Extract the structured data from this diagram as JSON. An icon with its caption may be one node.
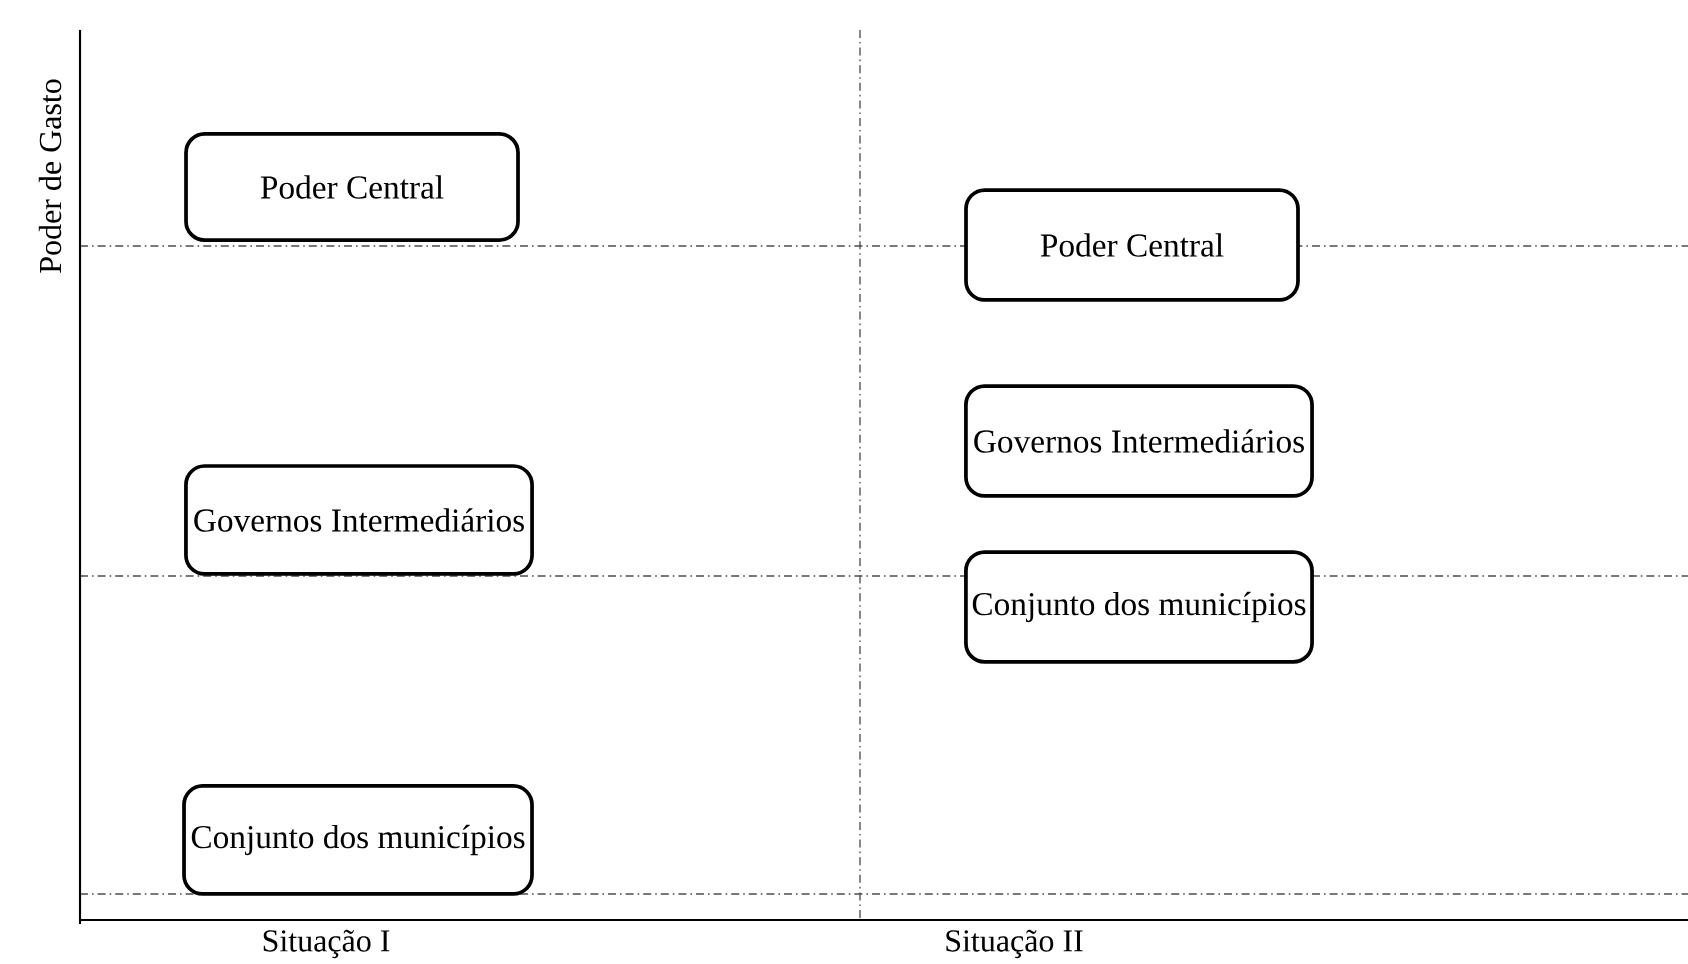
{
  "diagram": {
    "nodes": [
      {
        "text": [
          "Poder Central"
        ]
      },
      {
        "text": [
          "Governos Intermediários"
        ]
      },
      {
        "text": [
          "Conjunto dos municípios"
        ]
      },
      {
        "text": [
          "Poder Central"
        ]
      },
      {
        "text": [
          "Governos Intermediários"
        ]
      },
      {
        "text": [
          "Conjunto dos municípios"
        ]
      }
    ],
    "labels": [
      "Poder de Gasto",
      "Situação I",
      "Situação II"
    ]
  }
}
